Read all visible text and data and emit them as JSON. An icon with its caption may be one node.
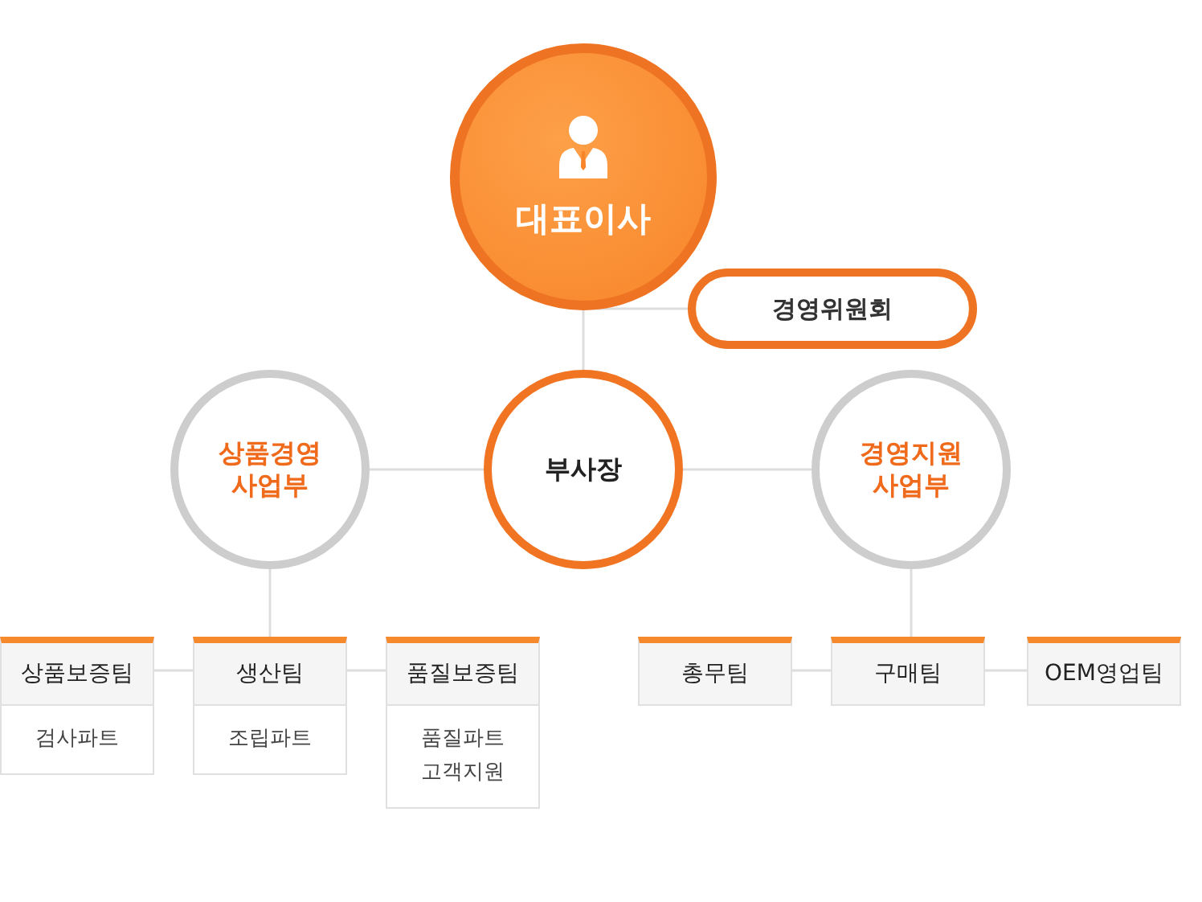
{
  "diagram": {
    "nodes": [
      {
        "text": [
          "대표이사"
        ]
      },
      {
        "text": [
          "경영위원회"
        ]
      },
      {
        "text": [
          "상품경영 사업부"
        ]
      },
      {
        "text": [
          "부사장"
        ]
      },
      {
        "text": [
          "경영지원 사업부"
        ]
      },
      {
        "text": [
          "상품보증팀",
          "검사파트"
        ]
      },
      {
        "text": [
          "생산팀",
          "조립파트"
        ]
      },
      {
        "text": [
          "품질보증팀",
          "품질파트 고객지원"
        ]
      },
      {
        "text": [
          "총무팀"
        ]
      },
      {
        "text": [
          "구매팀"
        ]
      },
      {
        "text": [
          "OEM영업팀"
        ]
      }
    ],
    "edges": [
      {
        "from": 0,
        "to": 1,
        "arrow": "none"
      },
      {
        "from": 0,
        "to": 3,
        "arrow": "none"
      },
      {
        "from": 3,
        "to": 2,
        "arrow": "none"
      },
      {
        "from": 3,
        "to": 4,
        "arrow": "none"
      },
      {
        "from": 2,
        "to": 6,
        "arrow": "none"
      },
      {
        "from": 6,
        "to": 5,
        "arrow": "none"
      },
      {
        "from": 6,
        "to": 7,
        "arrow": "none"
      },
      {
        "from": 4,
        "to": 9,
        "arrow": "none"
      },
      {
        "from": 9,
        "to": 8,
        "arrow": "none"
      },
      {
        "from": 9,
        "to": 10,
        "arrow": "none"
      }
    ]
  }
}
